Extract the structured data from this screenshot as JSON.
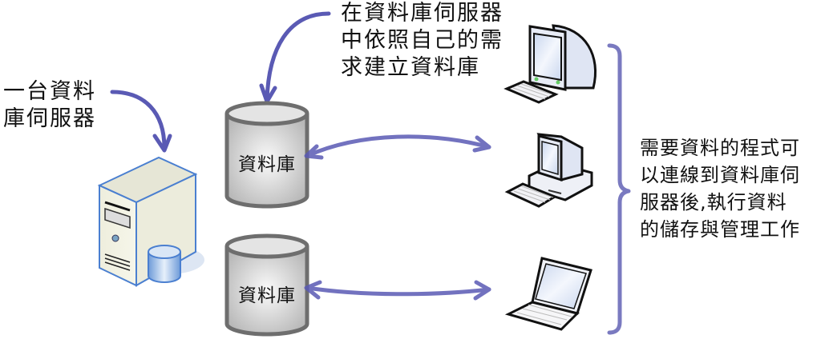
{
  "title": "資料庫伺服器架構示意圖",
  "labels": {
    "server_caption": [
      "一台資料",
      "庫伺服器"
    ],
    "create_caption": [
      "在資料庫伺服器",
      "中依照自己的需",
      "求建立資料庫"
    ],
    "client_caption": [
      "需要資料的程式可",
      "以連線到資料庫伺",
      "服器後,執行資料",
      "的儲存與管理工作"
    ]
  },
  "databases": [
    {
      "label": "資料庫"
    },
    {
      "label": "資料庫"
    }
  ],
  "clients": [
    {
      "type": "crt-monitor-computer"
    },
    {
      "type": "desktop-computer"
    },
    {
      "type": "laptop-computer"
    }
  ],
  "colors": {
    "arrow": "#5a5ab4",
    "brace": "#7a7ac0",
    "db_stroke": "#6e6e6e",
    "server_outline": "#4a7fd0"
  }
}
